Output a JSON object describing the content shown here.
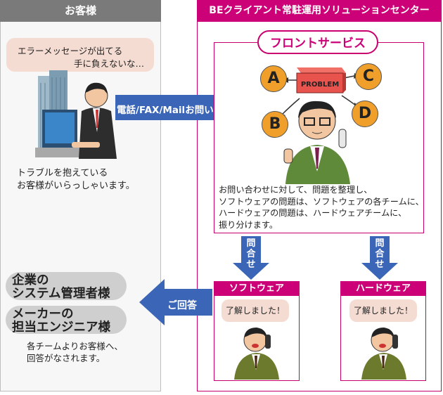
{
  "customer": {
    "header": "お客様",
    "bubble_line1": "エラーメッセージが出てる",
    "bubble_line2": "手に負えないな…",
    "desc_line1": "トラブルを抱えている",
    "desc_line2": "お客様がいらっしゃいます。"
  },
  "contact_arrow_label": "電話/FAX/Mailお問い合わせ",
  "center": {
    "header": "BEクライアント常駐運用ソリューションセンター",
    "front_title": "フロントサービス",
    "problem_label": "PROBLEM",
    "letters": [
      "A",
      "B",
      "C",
      "D"
    ],
    "desc_lines": [
      "お問い合わせに対して、問題を整理し、",
      "ソフトウェアの問題は、ソフトウェアの各チームに、",
      "ハードウェアの問題は、ハードウェアチームに、",
      "振り分けます。"
    ]
  },
  "handoff_label": [
    "問",
    "合",
    "せ"
  ],
  "teams": [
    {
      "name": "ソフトウェア",
      "bubble": "了解しました！"
    },
    {
      "name": "ハードウェア",
      "bubble": "了解しました！"
    }
  ],
  "reply_arrow_label": "ご回答",
  "customer_types": [
    {
      "line1": "企業の",
      "line2": "システム管理者様"
    },
    {
      "line1": "メーカーの",
      "line2": "担当エンジニア様"
    }
  ],
  "reply_desc_line1": "各チームよりお客様へ、",
  "reply_desc_line2": "回答がなされます。",
  "colors": {
    "accent": "#cc0077",
    "arrow": "#3b66b8",
    "badge": "#f0a02a",
    "problem_box": "#e8534e"
  }
}
